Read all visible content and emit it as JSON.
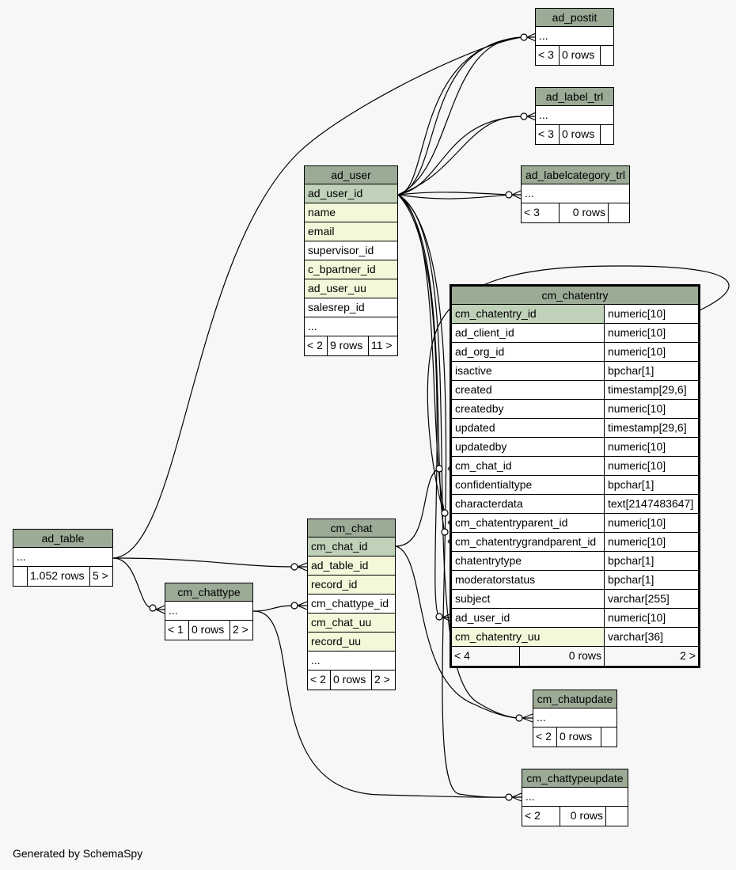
{
  "credit": "Generated by SchemaSpy",
  "tables": {
    "ad_postit": {
      "name": "ad_postit",
      "ellipsis": "...",
      "footer": [
        "< 3",
        "0 rows",
        ""
      ]
    },
    "ad_label_trl": {
      "name": "ad_label_trl",
      "ellipsis": "...",
      "footer": [
        "< 3",
        "0 rows",
        ""
      ]
    },
    "ad_labelcategory_trl": {
      "name": "ad_labelcategory_trl",
      "ellipsis": "...",
      "footer": [
        "< 3",
        "0 rows",
        ""
      ]
    },
    "ad_user": {
      "name": "ad_user",
      "columns": [
        "ad_user_id",
        "name",
        "email",
        "supervisor_id",
        "c_bpartner_id",
        "ad_user_uu",
        "salesrep_id",
        "..."
      ],
      "footer": [
        "< 2",
        "9 rows",
        "11 >"
      ]
    },
    "cm_chatentry": {
      "name": "cm_chatentry",
      "columns": [
        {
          "name": "cm_chatentry_id",
          "type": "numeric[10]"
        },
        {
          "name": "ad_client_id",
          "type": "numeric[10]"
        },
        {
          "name": "ad_org_id",
          "type": "numeric[10]"
        },
        {
          "name": "isactive",
          "type": "bpchar[1]"
        },
        {
          "name": "created",
          "type": "timestamp[29,6]"
        },
        {
          "name": "createdby",
          "type": "numeric[10]"
        },
        {
          "name": "updated",
          "type": "timestamp[29,6]"
        },
        {
          "name": "updatedby",
          "type": "numeric[10]"
        },
        {
          "name": "cm_chat_id",
          "type": "numeric[10]"
        },
        {
          "name": "confidentialtype",
          "type": "bpchar[1]"
        },
        {
          "name": "characterdata",
          "type": "text[2147483647]"
        },
        {
          "name": "cm_chatentryparent_id",
          "type": "numeric[10]"
        },
        {
          "name": "cm_chatentrygrandparent_id",
          "type": "numeric[10]"
        },
        {
          "name": "chatentrytype",
          "type": "bpchar[1]"
        },
        {
          "name": "moderatorstatus",
          "type": "bpchar[1]"
        },
        {
          "name": "subject",
          "type": "varchar[255]"
        },
        {
          "name": "ad_user_id",
          "type": "numeric[10]"
        },
        {
          "name": "cm_chatentry_uu",
          "type": "varchar[36]"
        }
      ],
      "footer": [
        "< 4",
        "0 rows",
        "2 >"
      ]
    },
    "ad_table": {
      "name": "ad_table",
      "ellipsis": "...",
      "footer": [
        "",
        "1.052 rows",
        "5 >"
      ]
    },
    "cm_chattype": {
      "name": "cm_chattype",
      "ellipsis": "...",
      "footer": [
        "< 1",
        "0 rows",
        "2 >"
      ]
    },
    "cm_chat": {
      "name": "cm_chat",
      "columns": [
        "cm_chat_id",
        "ad_table_id",
        "record_id",
        "cm_chattype_id",
        "cm_chat_uu",
        "record_uu",
        "..."
      ],
      "footer": [
        "< 2",
        "0 rows",
        "2 >"
      ]
    },
    "cm_chatupdate": {
      "name": "cm_chatupdate",
      "ellipsis": "...",
      "footer": [
        "< 2",
        "0 rows",
        ""
      ]
    },
    "cm_chattypeupdate": {
      "name": "cm_chattypeupdate",
      "ellipsis": "...",
      "footer": [
        "< 2",
        "0 rows",
        ""
      ]
    }
  }
}
